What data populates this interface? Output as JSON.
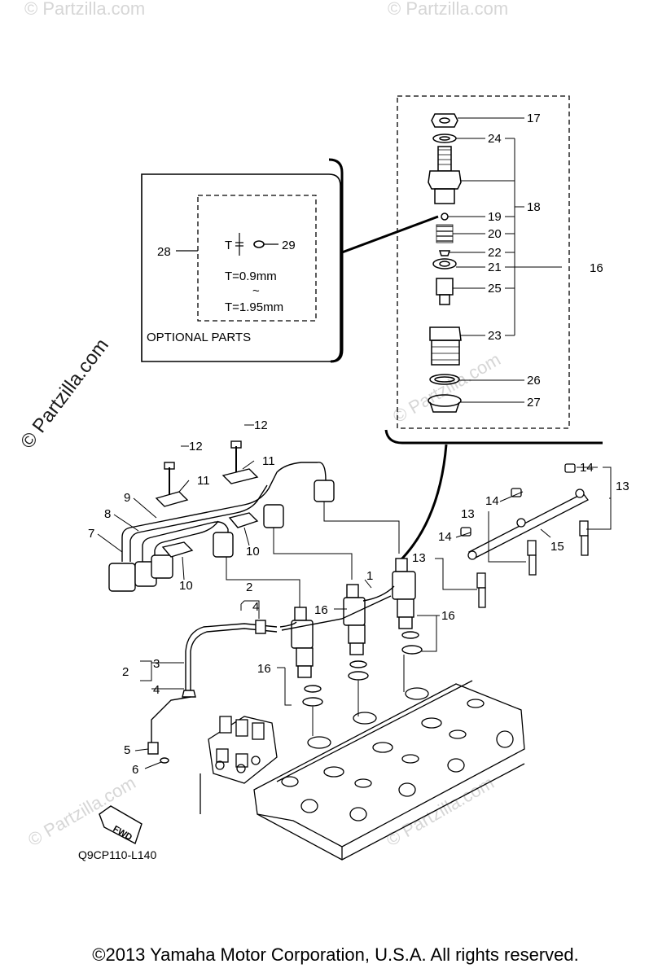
{
  "diagram": {
    "watermark": "© Partzilla.com",
    "watermark_faint": "© Partzilla.com",
    "optional_box": {
      "title": "OPTIONAL PARTS",
      "t_label": "T",
      "t_min": "T=0.9mm",
      "tilde": "~",
      "t_max": "T=1.95mm",
      "callouts": {
        "c28": "28",
        "c29": "29"
      }
    },
    "injector_exploded_callouts": [
      "17",
      "24",
      "18",
      "19",
      "20",
      "22",
      "21",
      "25",
      "23",
      "16",
      "26",
      "27"
    ],
    "main_callouts": {
      "c1": "1",
      "c2a": "2",
      "c2b": "2",
      "c3": "3",
      "c4a": "4",
      "c4b": "4",
      "c5": "5",
      "c6": "6",
      "c7": "7",
      "c8": "8",
      "c9": "9",
      "c10a": "10",
      "c10b": "10",
      "c11a": "11",
      "c11b": "11",
      "c12a": "12",
      "c12b": "12",
      "c13a": "13",
      "c13b": "13",
      "c13c": "13",
      "c14a": "14",
      "c14b": "14",
      "c14c": "14",
      "c15": "15",
      "c16a": "16",
      "c16b": "16",
      "c16c": "16"
    },
    "fwd_label": "FWD",
    "diagram_code": "Q9CP110-L140"
  },
  "footer": {
    "copyright": "©2013  Yamaha Motor Corporation, U.S.A. All rights reserved."
  }
}
